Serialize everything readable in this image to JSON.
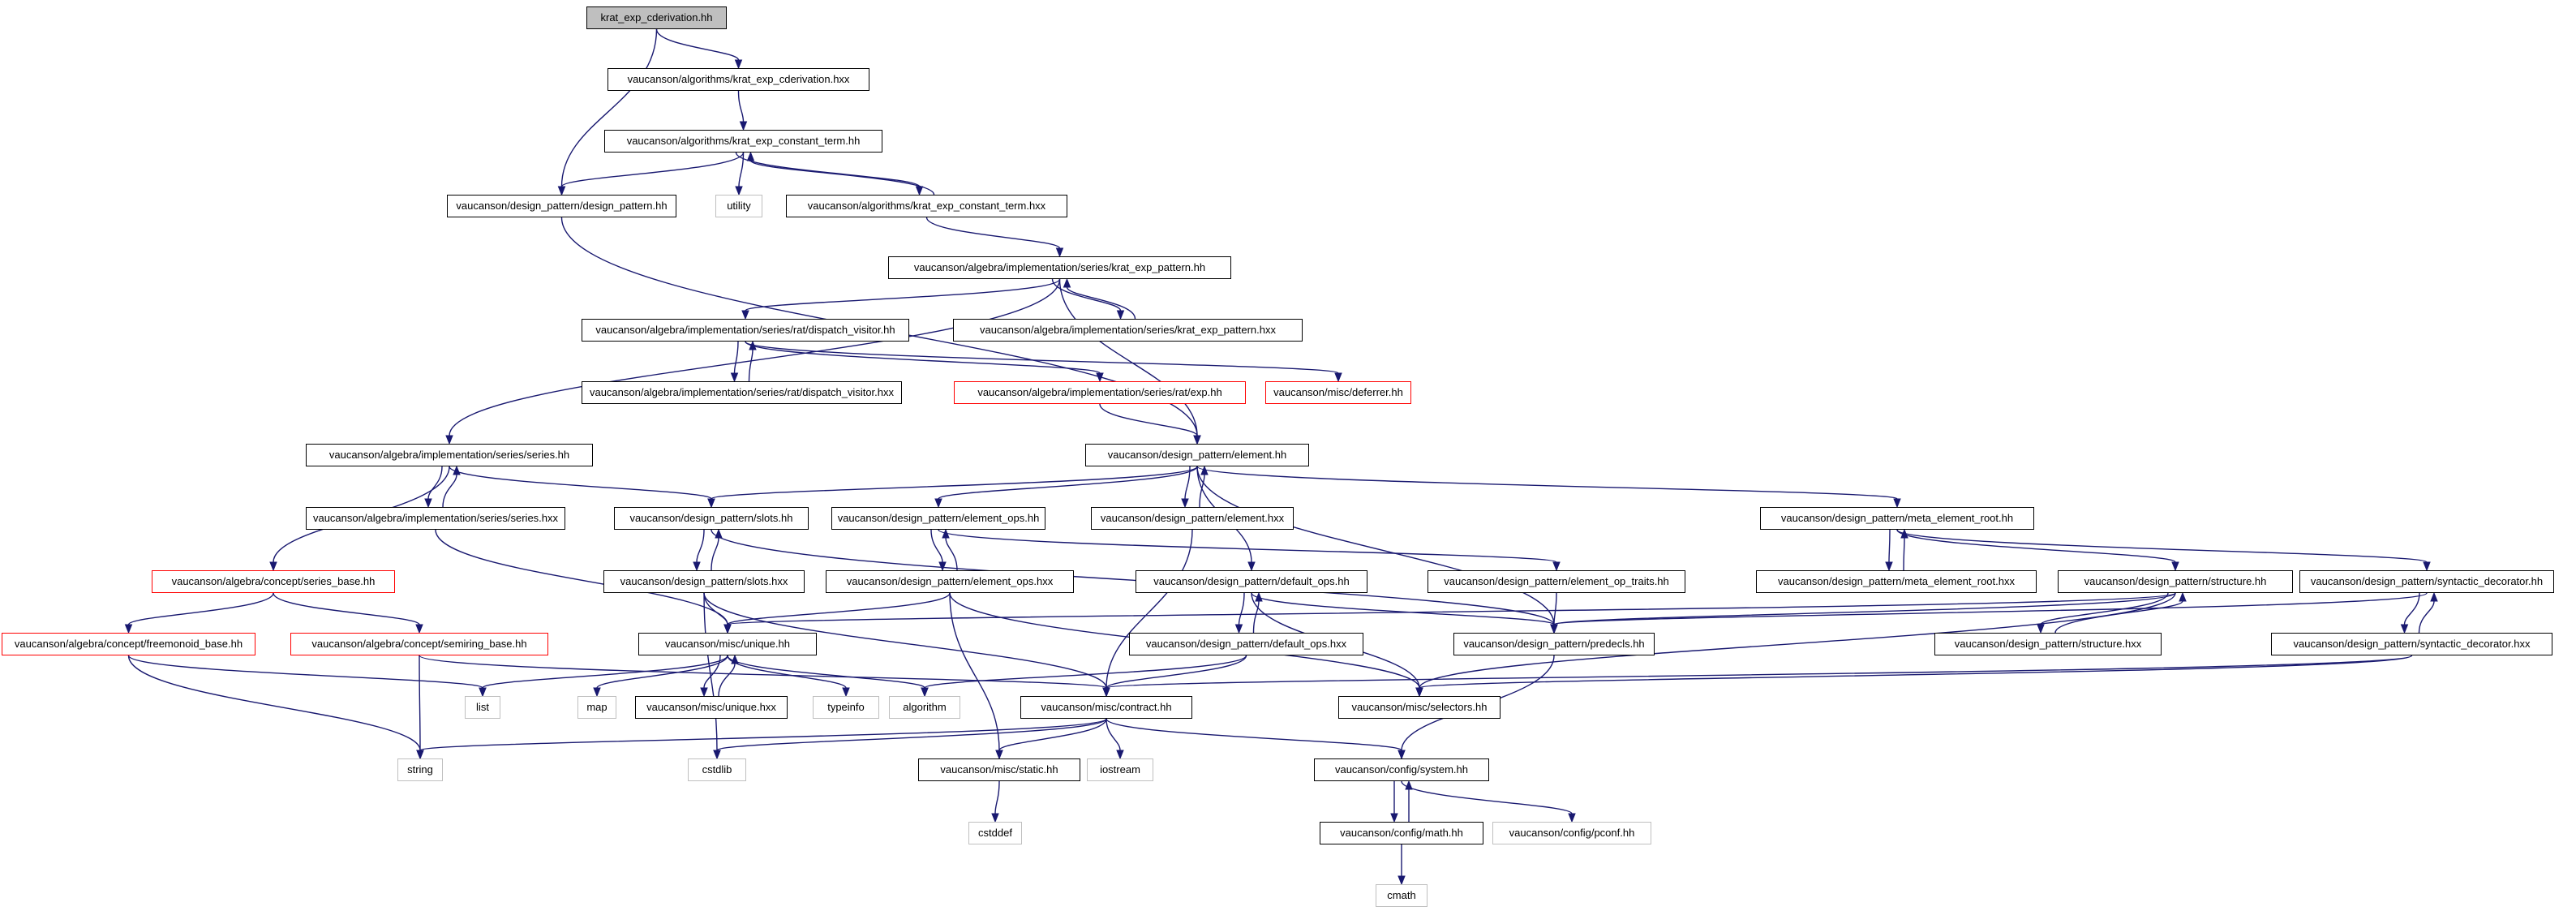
{
  "colors": {
    "edge": "#191970",
    "root_fill": "#bfbfbf",
    "node_border": "#000000",
    "missing_border": "#ff0000",
    "external_border": "#bfbfbf"
  },
  "nodes": [
    {
      "id": "n0",
      "label": "krat_exp_cderivation.hh",
      "style": "root"
    },
    {
      "id": "n1",
      "label": "vaucanson/algorithms/krat_exp_cderivation.hxx",
      "style": "normal"
    },
    {
      "id": "n2",
      "label": "vaucanson/algorithms/krat_exp_constant_term.hh",
      "style": "normal"
    },
    {
      "id": "n3",
      "label": "vaucanson/design_pattern/design_pattern.hh",
      "style": "normal"
    },
    {
      "id": "n4",
      "label": "utility",
      "style": "external"
    },
    {
      "id": "n5",
      "label": "vaucanson/algorithms/krat_exp_constant_term.hxx",
      "style": "normal"
    },
    {
      "id": "n6",
      "label": "vaucanson/algebra/implementation/series/krat_exp_pattern.hh",
      "style": "normal"
    },
    {
      "id": "n7",
      "label": "vaucanson/algebra/implementation/series/rat/dispatch_visitor.hh",
      "style": "normal"
    },
    {
      "id": "n8",
      "label": "vaucanson/algebra/implementation/series/krat_exp_pattern.hxx",
      "style": "normal"
    },
    {
      "id": "n9",
      "label": "vaucanson/algebra/implementation/series/rat/dispatch_visitor.hxx",
      "style": "normal"
    },
    {
      "id": "n10",
      "label": "vaucanson/algebra/implementation/series/rat/exp.hh",
      "style": "missing"
    },
    {
      "id": "n11",
      "label": "vaucanson/misc/deferrer.hh",
      "style": "missing"
    },
    {
      "id": "n12",
      "label": "vaucanson/algebra/implementation/series/series.hh",
      "style": "normal"
    },
    {
      "id": "n13",
      "label": "vaucanson/design_pattern/element.hh",
      "style": "normal"
    },
    {
      "id": "n14",
      "label": "vaucanson/algebra/implementation/series/series.hxx",
      "style": "normal"
    },
    {
      "id": "n15",
      "label": "vaucanson/design_pattern/slots.hh",
      "style": "normal"
    },
    {
      "id": "n16",
      "label": "vaucanson/design_pattern/element_ops.hh",
      "style": "normal"
    },
    {
      "id": "n17",
      "label": "vaucanson/design_pattern/element.hxx",
      "style": "normal"
    },
    {
      "id": "n18",
      "label": "vaucanson/design_pattern/meta_element_root.hh",
      "style": "normal"
    },
    {
      "id": "n19",
      "label": "vaucanson/algebra/concept/series_base.hh",
      "style": "missing"
    },
    {
      "id": "n20",
      "label": "vaucanson/design_pattern/slots.hxx",
      "style": "normal"
    },
    {
      "id": "n21",
      "label": "vaucanson/design_pattern/element_ops.hxx",
      "style": "normal"
    },
    {
      "id": "n22",
      "label": "vaucanson/design_pattern/default_ops.hh",
      "style": "normal"
    },
    {
      "id": "n23",
      "label": "vaucanson/design_pattern/element_op_traits.hh",
      "style": "normal"
    },
    {
      "id": "n24",
      "label": "vaucanson/design_pattern/meta_element_root.hxx",
      "style": "normal"
    },
    {
      "id": "n25",
      "label": "vaucanson/design_pattern/structure.hh",
      "style": "normal"
    },
    {
      "id": "n26",
      "label": "vaucanson/design_pattern/syntactic_decorator.hh",
      "style": "normal"
    },
    {
      "id": "n27",
      "label": "vaucanson/algebra/concept/freemonoid_base.hh",
      "style": "missing"
    },
    {
      "id": "n28",
      "label": "vaucanson/algebra/concept/semiring_base.hh",
      "style": "missing"
    },
    {
      "id": "n29",
      "label": "vaucanson/misc/unique.hh",
      "style": "normal"
    },
    {
      "id": "n30",
      "label": "vaucanson/design_pattern/default_ops.hxx",
      "style": "normal"
    },
    {
      "id": "n31",
      "label": "vaucanson/design_pattern/predecls.hh",
      "style": "normal"
    },
    {
      "id": "n32",
      "label": "vaucanson/design_pattern/structure.hxx",
      "style": "normal"
    },
    {
      "id": "n33",
      "label": "vaucanson/design_pattern/syntactic_decorator.hxx",
      "style": "normal"
    },
    {
      "id": "n34",
      "label": "list",
      "style": "external"
    },
    {
      "id": "n35",
      "label": "map",
      "style": "external"
    },
    {
      "id": "n36",
      "label": "vaucanson/misc/unique.hxx",
      "style": "normal"
    },
    {
      "id": "n37",
      "label": "typeinfo",
      "style": "external"
    },
    {
      "id": "n38",
      "label": "algorithm",
      "style": "external"
    },
    {
      "id": "n39",
      "label": "vaucanson/misc/contract.hh",
      "style": "normal"
    },
    {
      "id": "n40",
      "label": "vaucanson/misc/selectors.hh",
      "style": "normal"
    },
    {
      "id": "n41",
      "label": "string",
      "style": "external"
    },
    {
      "id": "n42",
      "label": "cstdlib",
      "style": "external"
    },
    {
      "id": "n43",
      "label": "vaucanson/misc/static.hh",
      "style": "normal"
    },
    {
      "id": "n44",
      "label": "iostream",
      "style": "external"
    },
    {
      "id": "n45",
      "label": "vaucanson/config/system.hh",
      "style": "normal"
    },
    {
      "id": "n46",
      "label": "cstddef",
      "style": "external"
    },
    {
      "id": "n47",
      "label": "vaucanson/config/math.hh",
      "style": "normal"
    },
    {
      "id": "n48",
      "label": "vaucanson/config/pconf.hh",
      "style": "external"
    },
    {
      "id": "n49",
      "label": "cmath",
      "style": "external"
    }
  ],
  "edges": [
    [
      "n0",
      "n1"
    ],
    [
      "n0",
      "n3"
    ],
    [
      "n1",
      "n2"
    ],
    [
      "n2",
      "n3"
    ],
    [
      "n2",
      "n4"
    ],
    [
      "n2",
      "n5"
    ],
    [
      "n5",
      "n2"
    ],
    [
      "n3",
      "n13"
    ],
    [
      "n5",
      "n6"
    ],
    [
      "n6",
      "n12"
    ],
    [
      "n6",
      "n7"
    ],
    [
      "n6",
      "n8"
    ],
    [
      "n8",
      "n6"
    ],
    [
      "n6",
      "n13"
    ],
    [
      "n7",
      "n9"
    ],
    [
      "n9",
      "n7"
    ],
    [
      "n7",
      "n10"
    ],
    [
      "n7",
      "n11"
    ],
    [
      "n10",
      "n13"
    ],
    [
      "n12",
      "n19"
    ],
    [
      "n12",
      "n14"
    ],
    [
      "n14",
      "n12"
    ],
    [
      "n12",
      "n15"
    ],
    [
      "n14",
      "n29"
    ],
    [
      "n13",
      "n15"
    ],
    [
      "n13",
      "n16"
    ],
    [
      "n13",
      "n17"
    ],
    [
      "n17",
      "n13"
    ],
    [
      "n13",
      "n18"
    ],
    [
      "n13",
      "n22"
    ],
    [
      "n13",
      "n31"
    ],
    [
      "n15",
      "n20"
    ],
    [
      "n20",
      "n15"
    ],
    [
      "n15",
      "n31"
    ],
    [
      "n20",
      "n29"
    ],
    [
      "n20",
      "n39"
    ],
    [
      "n20",
      "n42"
    ],
    [
      "n16",
      "n21"
    ],
    [
      "n21",
      "n16"
    ],
    [
      "n16",
      "n23"
    ],
    [
      "n21",
      "n29"
    ],
    [
      "n21",
      "n40"
    ],
    [
      "n21",
      "n43"
    ],
    [
      "n17",
      "n39"
    ],
    [
      "n18",
      "n24"
    ],
    [
      "n24",
      "n18"
    ],
    [
      "n18",
      "n25"
    ],
    [
      "n18",
      "n26"
    ],
    [
      "n19",
      "n27"
    ],
    [
      "n19",
      "n28"
    ],
    [
      "n27",
      "n34"
    ],
    [
      "n27",
      "n41"
    ],
    [
      "n28",
      "n39"
    ],
    [
      "n28",
      "n41"
    ],
    [
      "n22",
      "n30"
    ],
    [
      "n30",
      "n22"
    ],
    [
      "n22",
      "n31"
    ],
    [
      "n22",
      "n40"
    ],
    [
      "n30",
      "n38"
    ],
    [
      "n30",
      "n39"
    ],
    [
      "n23",
      "n31"
    ],
    [
      "n25",
      "n29"
    ],
    [
      "n25",
      "n31"
    ],
    [
      "n25",
      "n32"
    ],
    [
      "n32",
      "n25"
    ],
    [
      "n25",
      "n40"
    ],
    [
      "n26",
      "n31"
    ],
    [
      "n26",
      "n33"
    ],
    [
      "n33",
      "n26"
    ],
    [
      "n33",
      "n39"
    ],
    [
      "n33",
      "n40"
    ],
    [
      "n31",
      "n45"
    ],
    [
      "n29",
      "n34"
    ],
    [
      "n29",
      "n35"
    ],
    [
      "n29",
      "n36"
    ],
    [
      "n36",
      "n29"
    ],
    [
      "n29",
      "n37"
    ],
    [
      "n29",
      "n38"
    ],
    [
      "n39",
      "n41"
    ],
    [
      "n39",
      "n42"
    ],
    [
      "n39",
      "n43"
    ],
    [
      "n39",
      "n44"
    ],
    [
      "n39",
      "n45"
    ],
    [
      "n43",
      "n46"
    ],
    [
      "n45",
      "n47"
    ],
    [
      "n47",
      "n45"
    ],
    [
      "n45",
      "n48"
    ],
    [
      "n47",
      "n49"
    ]
  ]
}
